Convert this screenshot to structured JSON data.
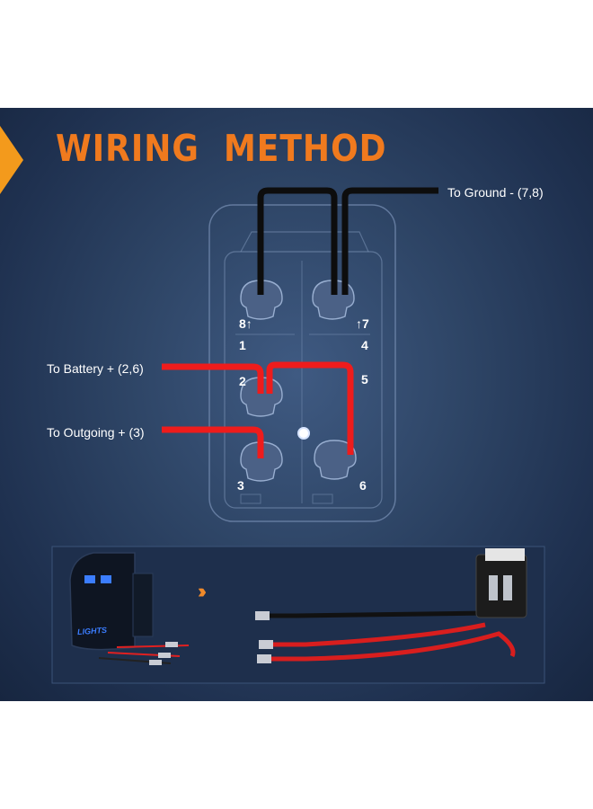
{
  "title": "WIRING  METHOD",
  "labels": {
    "ground": "To Ground - (7,8)",
    "battery": "To Battery + (2,6)",
    "outgoing": "To Outgoing + (3)"
  },
  "pins": {
    "p8": "8↑",
    "p7": "↑7",
    "p1": "1",
    "p4": "4",
    "p2": "2",
    "p5": "5",
    "p3": "3",
    "p6": "6"
  },
  "switch_legend": "LIGHTS",
  "colors": {
    "title_orange": "#f07a1e",
    "panel_blue": "#2e4566",
    "ground_wire": "#0d0d0d",
    "positive_wire": "#ee1c1c",
    "led_blue": "#3b7dff"
  }
}
